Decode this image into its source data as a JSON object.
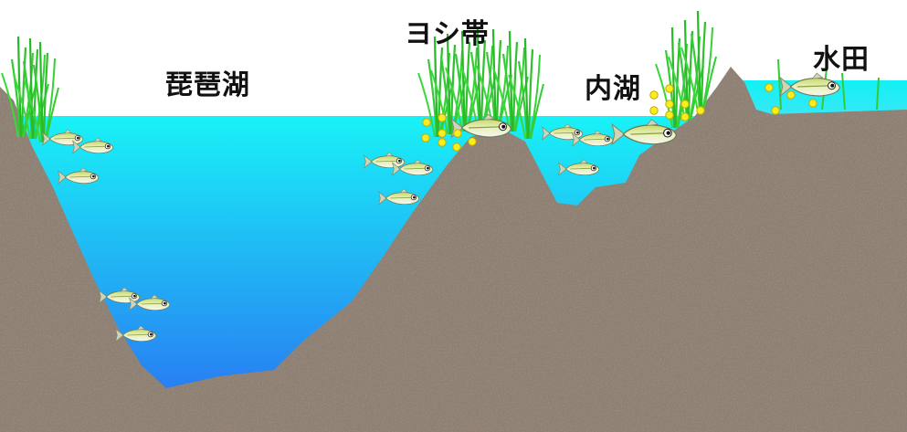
{
  "labels": {
    "lake": "琵琶湖",
    "reed_belt": "ヨシ帯",
    "inner_lake": "内湖",
    "paddy": "水田"
  },
  "colors": {
    "water_top": "#19f2f7",
    "water_deep": "#2a6df2",
    "soil": "#8f8072",
    "reed": "#33cc33",
    "egg": "#f7ee1e",
    "fish_body": "#dfe9a6"
  },
  "icons": [
    "reed-icon",
    "fish-icon",
    "egg-icon"
  ]
}
